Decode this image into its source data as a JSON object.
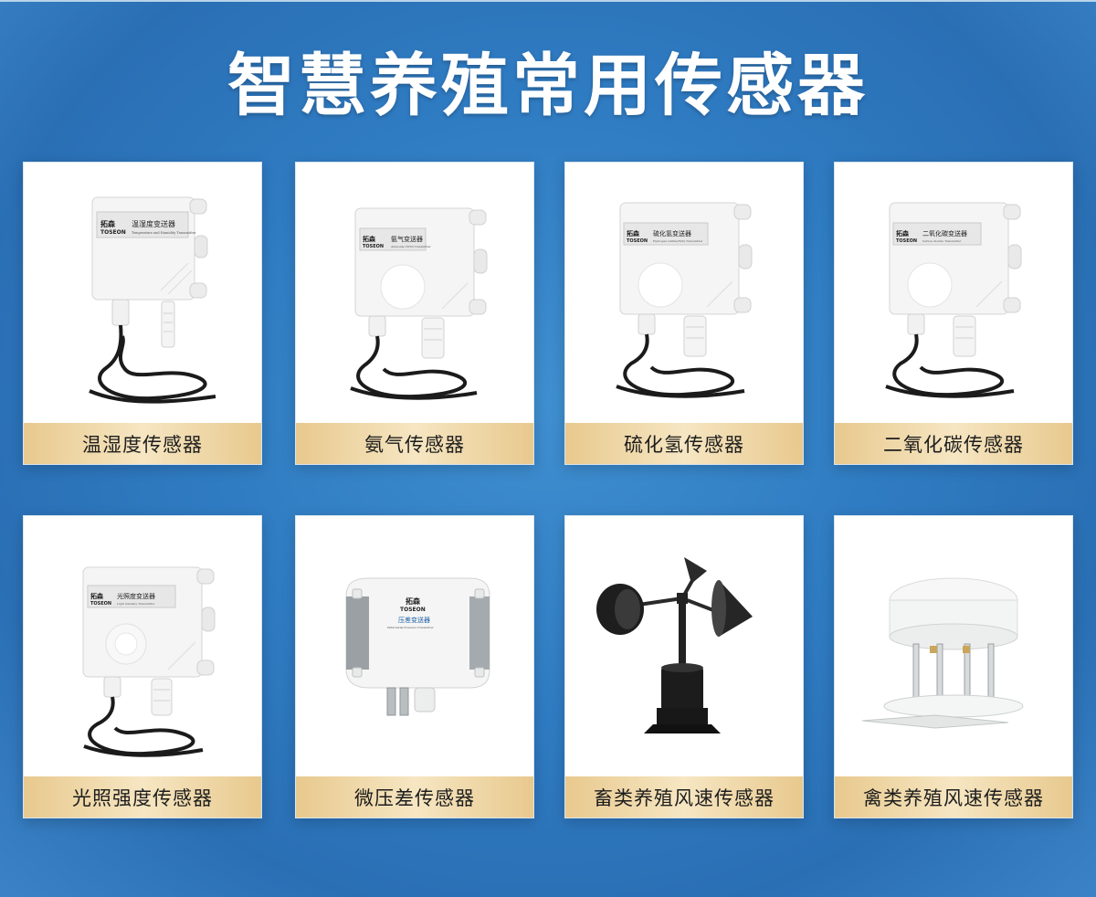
{
  "page": {
    "title": "智慧养殖常用传感器"
  },
  "brand": {
    "logo_cn": "拓森",
    "logo_en": "TOSEON"
  },
  "products": [
    {
      "label": "温湿度传感器",
      "plate": "温湿度变送器",
      "plate_sub": "Temperature and Humidity Transmitter"
    },
    {
      "label": "氨气传感器",
      "plate": "氨气变送器",
      "plate_sub": "Ammonia (NH3) Transmitter"
    },
    {
      "label": "硫化氢传感器",
      "plate": "硫化氢变送器",
      "plate_sub": "Hydrogen sulfide(H2S) Transmitter"
    },
    {
      "label": "二氧化碳传感器",
      "plate": "二氧化碳变送器",
      "plate_sub": "Carbon dioxide Transmitter"
    },
    {
      "label": "光照强度传感器",
      "plate": "光照度变送器",
      "plate_sub": "Light intensity Transmitter"
    },
    {
      "label": "微压差传感器",
      "plate": "压差变送器",
      "plate_sub": "Differential Pressure Transmitter"
    },
    {
      "label": "畜类养殖风速传感器",
      "plate": "",
      "plate_sub": ""
    },
    {
      "label": "禽类养殖风速传感器",
      "plate": "",
      "plate_sub": ""
    }
  ],
  "colors": {
    "background": "#2f7bc2",
    "label_gold": "#e8c98e",
    "title_text": "#ffffff"
  }
}
